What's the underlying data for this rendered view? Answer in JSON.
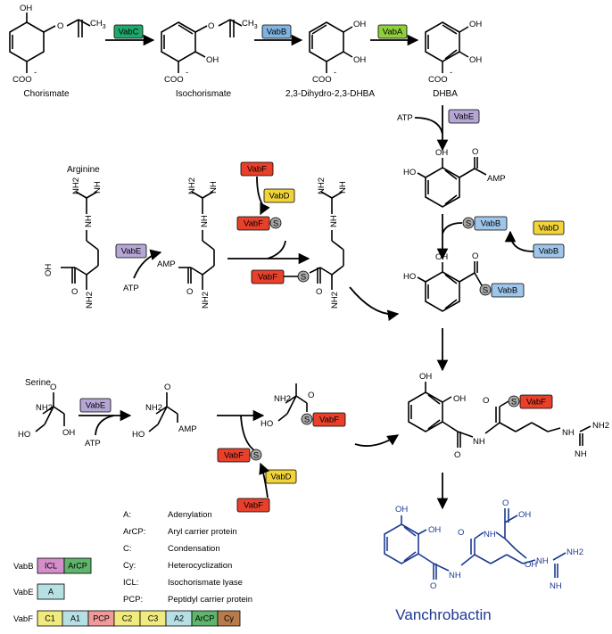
{
  "compounds": {
    "chorismate": "Chorismate",
    "isochorismate": "Isochorismate",
    "dihydro": "2,3-Dihydro-2,3-DHBA",
    "dhba": "DHBA",
    "arginine": "Arginine",
    "serine": "Serine",
    "product": "Vanchrobactin"
  },
  "atoms": {
    "OH": "OH",
    "HO": "HO",
    "COO": "COO",
    "minus": "-",
    "CH3": "CH",
    "three": "3",
    "O": "O",
    "NH2": "NH2",
    "NH": "NH",
    "N": "N",
    "H": "H",
    "AMP": "AMP",
    "S": "S",
    "ATP": "ATP"
  },
  "enzymes": {
    "VabC": "VabC",
    "VabB": "VabB",
    "VabA": "VabA",
    "VabE": "VabE",
    "VabF": "VabF",
    "VabD": "VabD"
  },
  "enzyme_colors": {
    "VabC": "#1fa86b",
    "VabB": "#7fb3e0",
    "VabA": "#8fcf3a",
    "VabE": "#b6a6d6",
    "VabF": "#e8402a",
    "VabD": "#f2d43a",
    "S": "#a8a8a8"
  },
  "legend": [
    {
      "abbr": "A:",
      "desc": "Adenylation"
    },
    {
      "abbr": "ArCP:",
      "desc": "Aryl carrier protein"
    },
    {
      "abbr": "C:",
      "desc": "Condensation"
    },
    {
      "abbr": "Cy:",
      "desc": "Heterocyclization"
    },
    {
      "abbr": "ICL:",
      "desc": "Isochorismate lyase"
    },
    {
      "abbr": "PCP:",
      "desc": "Peptidyl carrier protein"
    }
  ],
  "domains": {
    "VabB": [
      {
        "label": "ICL",
        "color": "#d48ec9"
      },
      {
        "label": "ArCP",
        "color": "#5fb56a"
      }
    ],
    "VabE": [
      {
        "label": "A",
        "color": "#b6e0e3"
      }
    ],
    "VabF": [
      {
        "label": "C1",
        "color": "#f1ea7e"
      },
      {
        "label": "A1",
        "color": "#b6e0e3"
      },
      {
        "label": "PCP",
        "color": "#f29a9a"
      },
      {
        "label": "C2",
        "color": "#f1ea7e"
      },
      {
        "label": "C3",
        "color": "#f1ea7e"
      },
      {
        "label": "A2",
        "color": "#b6e0e3"
      },
      {
        "label": "ArCP",
        "color": "#5fb56a"
      },
      {
        "label": "Cy",
        "color": "#b87b4b"
      }
    ]
  },
  "domain_rows": {
    "VabB": "VabB",
    "VabE": "VabE",
    "VabF": "VabF"
  }
}
